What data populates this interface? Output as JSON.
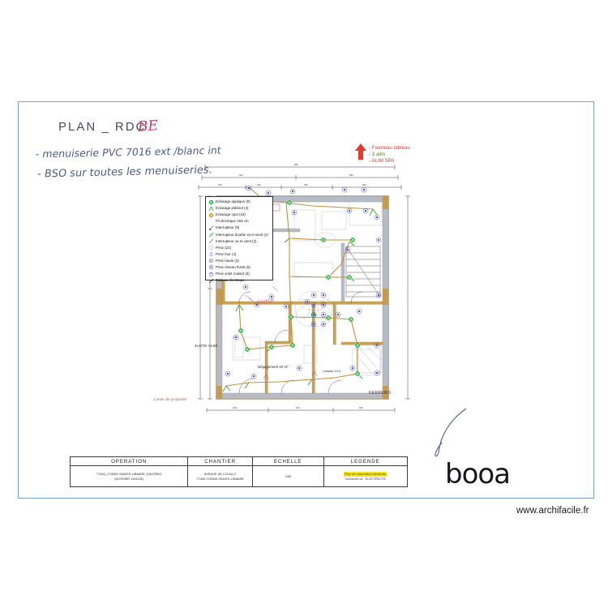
{
  "document": {
    "plan_title": "PLAN _ RDC",
    "plan_title_mark": "BE",
    "handwritten_note_1": "- menuiserie PVC 7016 ext /blanc int",
    "handwritten_note_2": "- BSO sur toutes les menuiseries."
  },
  "annotations": {
    "red_note_line1": "- Fourreau tableau",
    "red_note_line2": "- 3 alim",
    "red_note_line3": "- ALIM SPA",
    "just_alim": "JUSTE ALIM",
    "limite_propriete": "Limite de propriété",
    "pink_scribble": "Hotte",
    "room_degagement": "Dégagement\n10 m²",
    "room_ferrero": "FERRERO",
    "room_cuisine": "Cuisine\n13,2"
  },
  "legend": {
    "items": [
      {
        "symbol": "applique",
        "label": "Eclairage applique (9)"
      },
      {
        "symbol": "plafond",
        "label": "Eclairage plafond (4)"
      },
      {
        "symbol": "spot",
        "label": "Eclairage spot (16)"
      },
      {
        "symbol": "none",
        "label": "Fil electrique 193 cm"
      },
      {
        "symbol": "inter",
        "label": "Interrupteur (9)"
      },
      {
        "symbol": "inter-double",
        "label": "Interrupteur double va et vient (2)"
      },
      {
        "symbol": "inter-va",
        "label": "Interrupteur va et vient (2)"
      },
      {
        "symbol": "prise",
        "label": "Prise (22)"
      },
      {
        "symbol": "prise-four",
        "label": "Prise four (4)"
      },
      {
        "symbol": "prise-haute",
        "label": "Prise haute (3)"
      },
      {
        "symbol": "prise-rj45",
        "label": "Prise réseau RJ45 (6)"
      },
      {
        "symbol": "prise-vr",
        "label": "Prise volet roulant (6)"
      },
      {
        "symbol": "tableau",
        "label": "Tableau électrique"
      }
    ]
  },
  "title_block": {
    "columns": [
      {
        "header": "OPERATION",
        "line1": "77400_CONDE-SAINTE-LIBIAIRE_SALERNO",
        "line2": "(DOSSIER 1151126)"
      },
      {
        "header": "CHANTIER",
        "line1": "AVENUE DE COUILLY",
        "line2": "77400 CONDE-SAINTE-LIBIAIRE"
      },
      {
        "header": "ECHELLE",
        "line1": "1/50",
        "line2": ""
      },
      {
        "header": "LEGENDE",
        "line1": "Plan de reservation electricite",
        "line2": "Concerne lot : ELECTRICITE"
      }
    ]
  },
  "branding": {
    "logo_text": "booa",
    "footer_url": "www.archifacile.fr"
  }
}
